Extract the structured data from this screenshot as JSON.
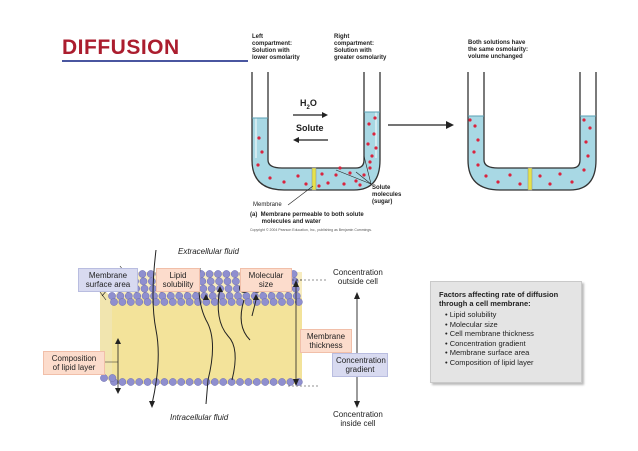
{
  "title": "DIFFUSION",
  "osmosis": {
    "left_header": "Left\ncompartment:\nSolution with\nlower osmolarity",
    "right_header": "Right\ncompartment:\nSolution with\ngreater osmolarity",
    "result_header": "Both solutions have\nthe same osmolarity:\nvolume unchanged",
    "water_label_main": "H",
    "water_label_sub": "2",
    "water_label_end": "O",
    "solute_label": "Solute",
    "solute_molecules_label": "Solute\nmolecules\n(sugar)",
    "membrane_label": "Membrane",
    "caption": "(a)  Membrane permeable to both solute\n       molecules and water",
    "copyright": "Copyright © 2004 Pearson Education, Inc., publishing as Benjamin Cummings."
  },
  "membrane_diagram": {
    "extracellular": "Extracellular fluid",
    "intracellular": "Intracellular fluid",
    "membrane_surface_area": "Membrane\nsurface area",
    "lipid_solubility": "Lipid\nsolubility",
    "molecular_size": "Molecular\nsize",
    "composition": "Composition\nof lipid layer",
    "membrane_thickness": "Membrane\nthickness",
    "conc_outside": "Concentration\noutside cell",
    "conc_gradient": "Concentration\ngradient",
    "conc_inside": "Concentration\ninside cell"
  },
  "factors": {
    "title": "Factors affecting rate of diffusion through a cell membrane:",
    "items": [
      "Lipid solubility",
      "Molecular size",
      "Cell membrane thickness",
      "Concentration gradient",
      "Membrane surface area",
      "Composition of lipid layer"
    ]
  },
  "colors": {
    "title": "#ab1d2e",
    "liquid": "#a8d8e4",
    "solute_dot": "#d9243e",
    "membrane_mark": "#e6e24a",
    "lipid_head": "#8f8fcf",
    "lipid_tail": "#f3e39a",
    "box_blue": "#d8daf0",
    "box_peach": "#fcdccc"
  }
}
